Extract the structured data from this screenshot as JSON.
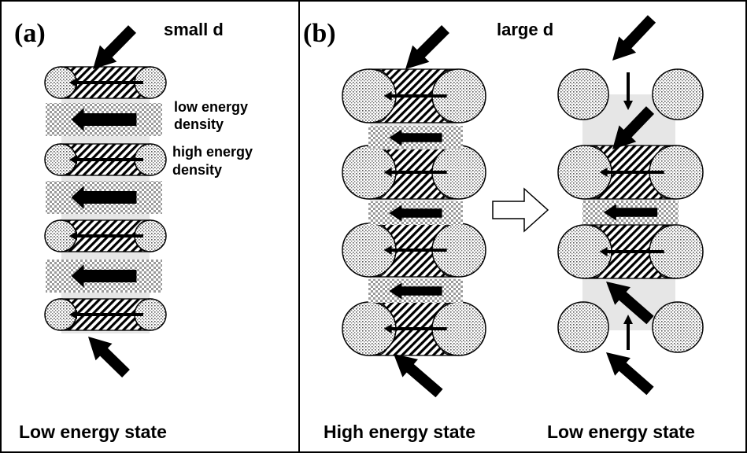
{
  "panel_a": {
    "label": "(a)",
    "title": "small d",
    "note_low": [
      "low energy",
      "density"
    ],
    "note_high": [
      "high energy",
      "density"
    ],
    "caption": "Low energy state"
  },
  "panel_b": {
    "label": "(b)",
    "title": "large d",
    "caption_left": "High energy state",
    "caption_right": "Low energy state"
  },
  "colors": {
    "ink": "#000000",
    "shade": "#e6e6e6",
    "cap_ring": "#8c8c8c"
  }
}
